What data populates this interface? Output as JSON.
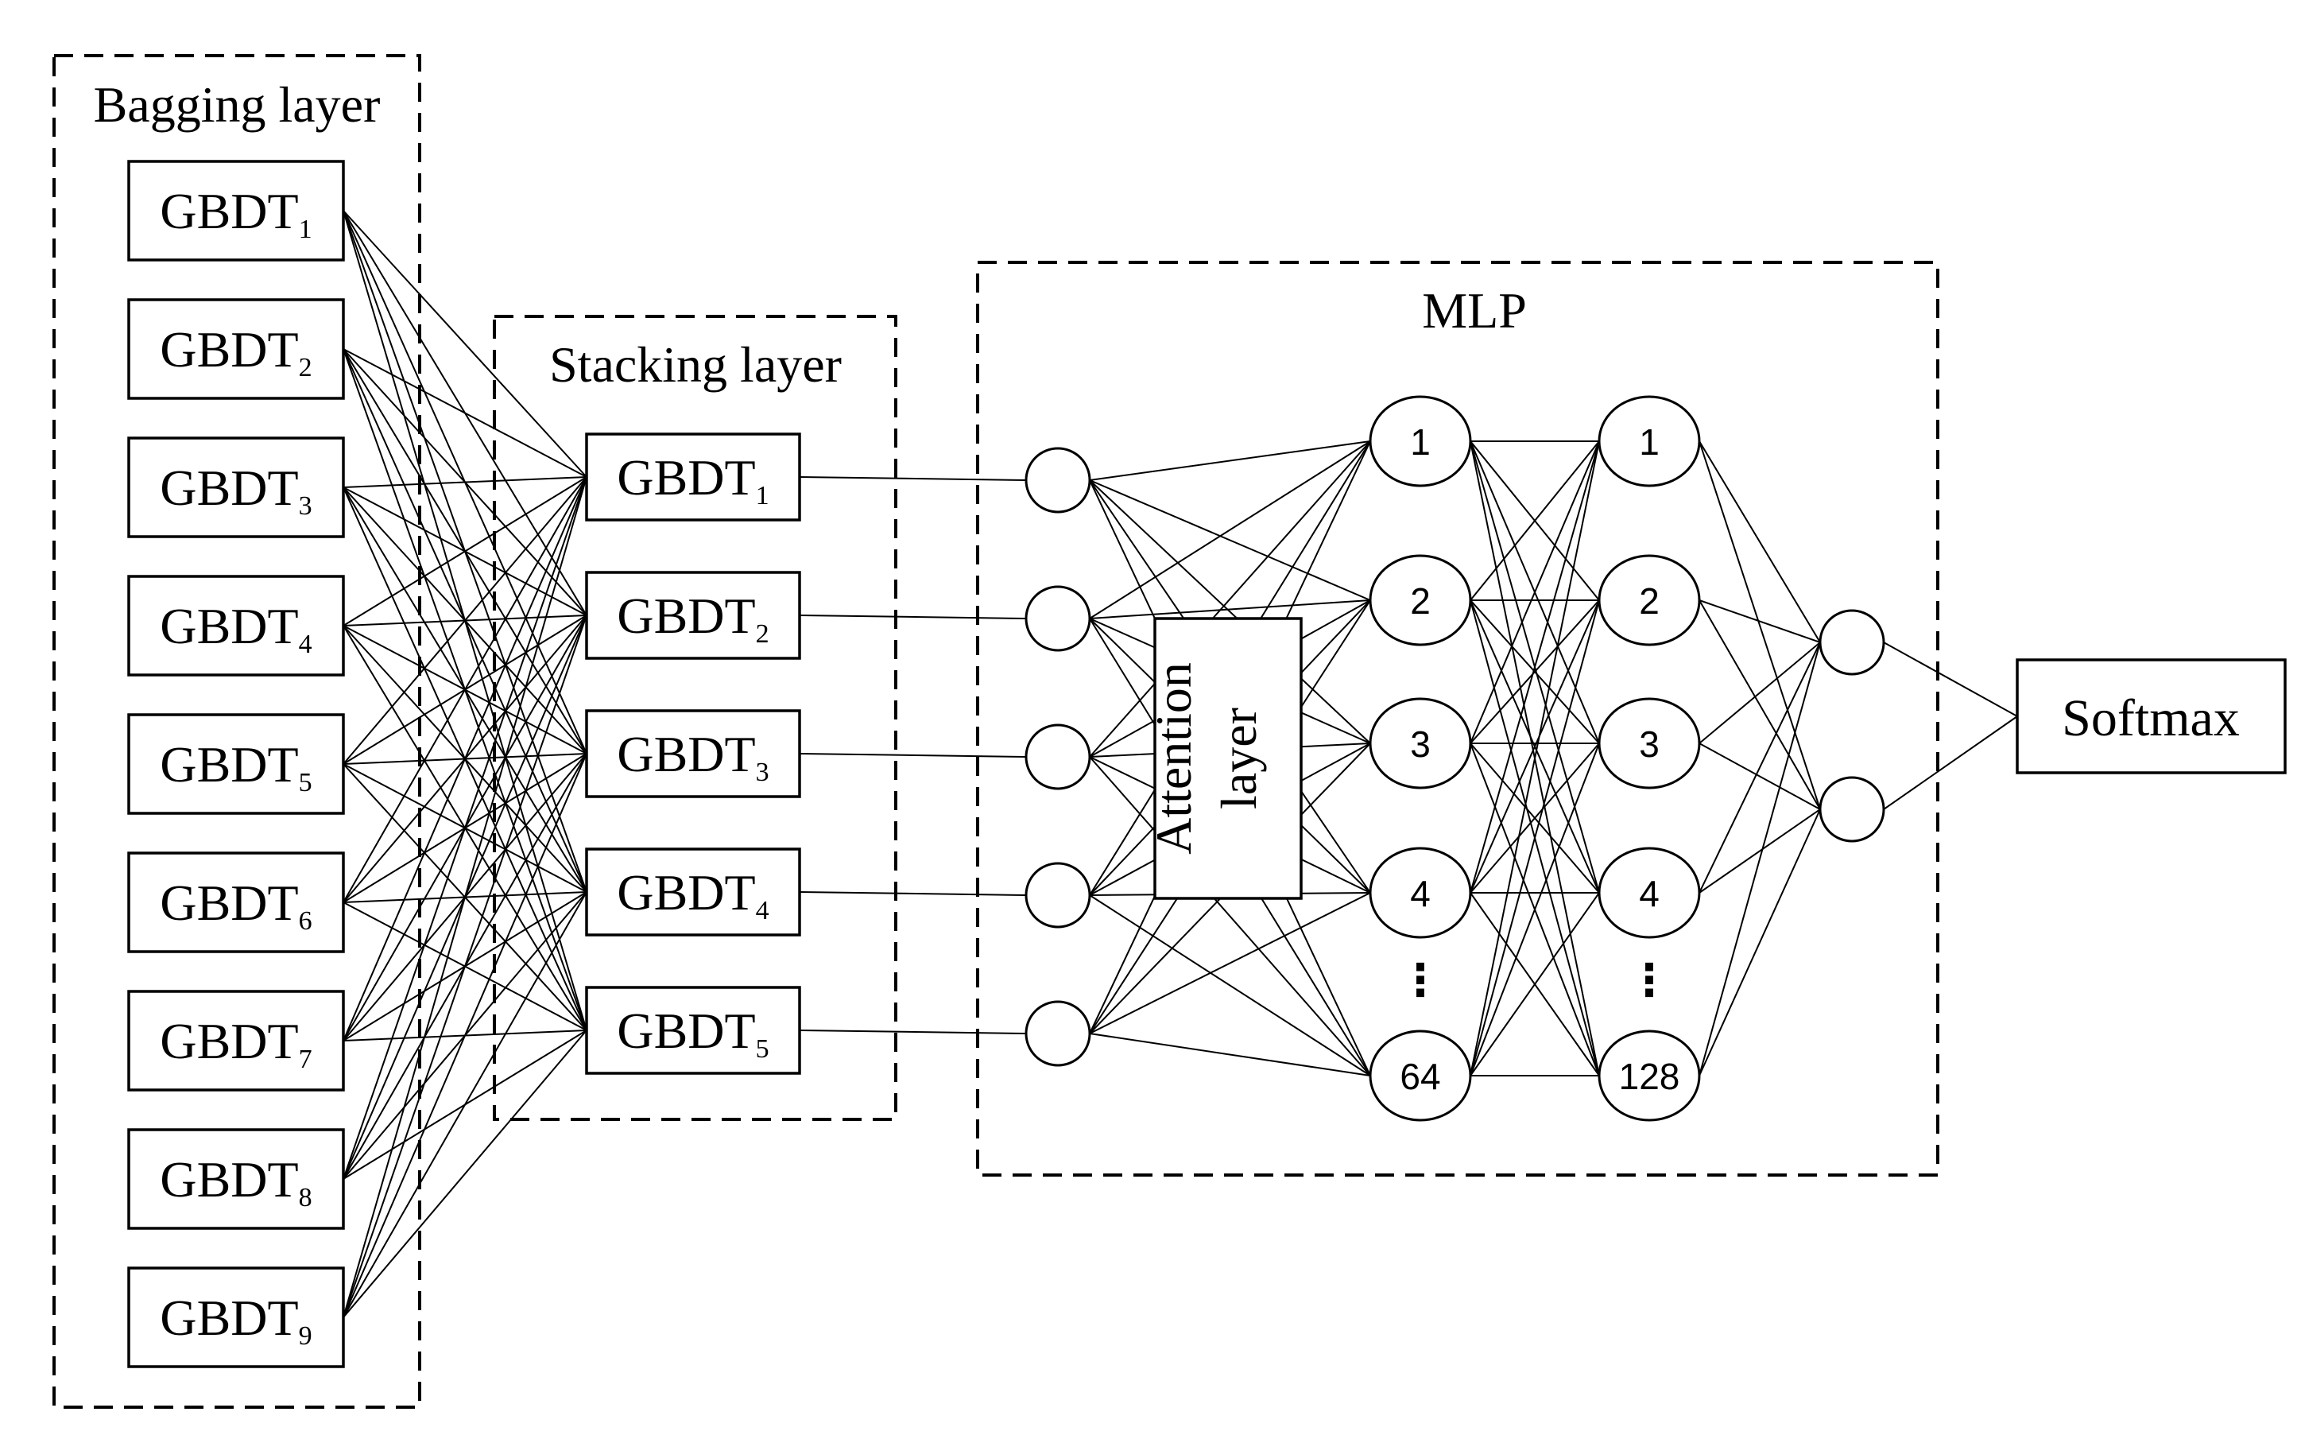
{
  "bagging": {
    "title": "Bagging layer",
    "prefix": "GBDT",
    "subscripts": [
      "1",
      "2",
      "3",
      "4",
      "5",
      "6",
      "7",
      "8",
      "9"
    ]
  },
  "stacking": {
    "title": "Stacking layer",
    "prefix": "GBDT",
    "subscripts": [
      "1",
      "2",
      "3",
      "4",
      "5"
    ]
  },
  "mlp": {
    "title": "MLP",
    "attention_line1": "Attention",
    "attention_line2": "layer",
    "hidden1": [
      "1",
      "2",
      "3",
      "4",
      "64"
    ],
    "hidden2": [
      "1",
      "2",
      "3",
      "4",
      "128"
    ],
    "ellipsis": "⋮",
    "output_nodes": 2
  },
  "softmax": {
    "label": "Softmax"
  }
}
